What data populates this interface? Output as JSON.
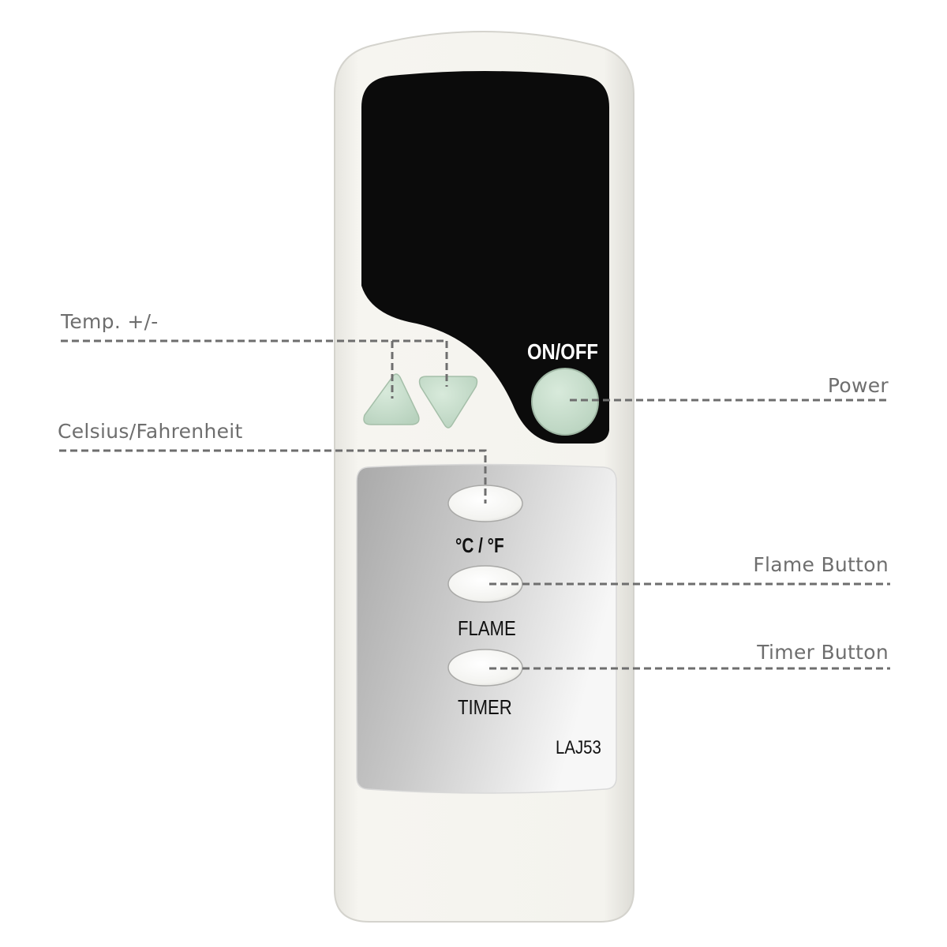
{
  "remote": {
    "power_label": "ON/OFF",
    "celsius_label": "°C / °F",
    "flame_label": "FLAME",
    "timer_label": "TIMER",
    "model": "LAJ53"
  },
  "callouts": {
    "temp": "Temp. +/-",
    "celsius": "Celsius/Fahrenheit",
    "power": "Power",
    "flame": "Flame Button",
    "timer": "Timer Button"
  },
  "colors": {
    "body": "#f4f3ee",
    "screen": "#0b0b0b",
    "button_green": "#c5dcca",
    "panel_silver": "#b9b9b9",
    "leader_line": "#6e6e6e"
  }
}
